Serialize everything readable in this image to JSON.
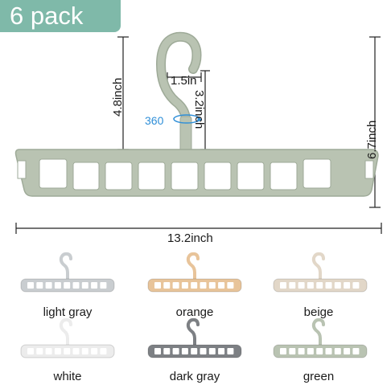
{
  "badge": {
    "text": "6 pack"
  },
  "dimensions": {
    "height_hook_body": "4.8inch",
    "hook_width": "1.5in",
    "hook_height": "3.2inch",
    "total_height": "6.7inch",
    "total_width": "13.2inch",
    "rotation": "360"
  },
  "colors_main": {
    "hanger": "#b9c3b2",
    "hanger_edge": "#9eaa98",
    "accent_arrow": "#2f8fd8"
  },
  "variants": [
    {
      "name": "light gray",
      "color": "#c9cdd0"
    },
    {
      "name": "orange",
      "color": "#e8c49a"
    },
    {
      "name": "beige",
      "color": "#e2d7c8"
    },
    {
      "name": "white",
      "color": "#ececec"
    },
    {
      "name": "dark gray",
      "color": "#7d8084"
    },
    {
      "name": "green",
      "color": "#b9c3b2"
    }
  ]
}
